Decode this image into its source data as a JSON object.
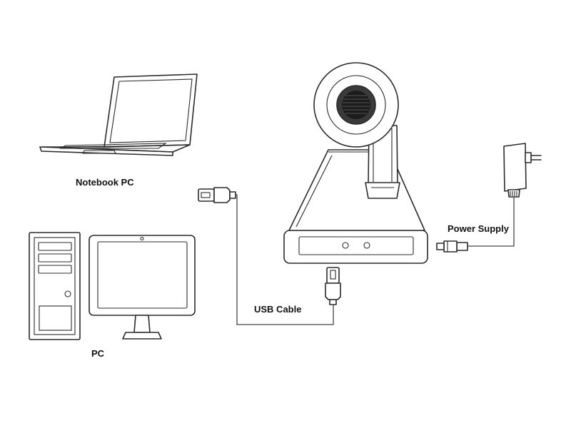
{
  "labels": {
    "notebook": "Notebook PC",
    "pc": "PC",
    "usb_cable": "USB Cable",
    "power_supply": "Power Supply"
  },
  "colors": {
    "line": "#2b2b2b",
    "background": "#ffffff",
    "label": "#111111"
  },
  "icons": [
    "laptop-icon",
    "desktop-tower-icon",
    "monitor-icon",
    "ptz-camera-icon",
    "usb-plug-icon",
    "power-adapter-icon"
  ]
}
